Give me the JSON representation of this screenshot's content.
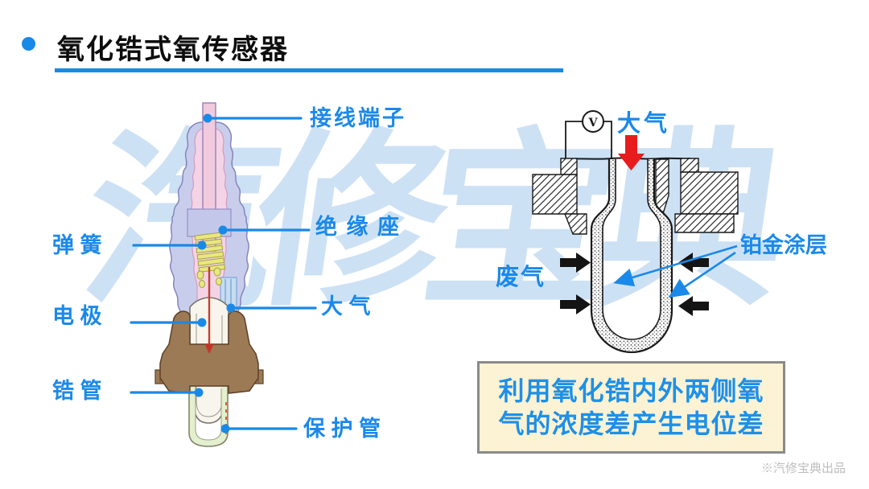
{
  "header": {
    "title": "氧化锆式氧传感器"
  },
  "watermark": {
    "text": "汽修宝典"
  },
  "left_diagram": {
    "labels": {
      "terminal": "接线端子",
      "insulator": "绝 缘 座",
      "spring": "弹 簧",
      "electrode": "电 极",
      "atmosphere": "大 气",
      "zirconia_tube": "锆 管",
      "protection_tube": "保 护 管"
    }
  },
  "right_diagram": {
    "labels": {
      "atmosphere": "大气",
      "exhaust": "废气",
      "platinum_coating": "铂金涂层",
      "voltmeter": "V"
    }
  },
  "note_box": {
    "line1": "利用氧化锆内外两侧氧",
    "line2": "气的浓度差产生电位差"
  },
  "footer": {
    "credit": "※汽修宝典出品"
  },
  "colors": {
    "accent_blue": "#1b89e9",
    "arrow_red": "#e81c1c",
    "note_bg": "#fcf2d4",
    "note_border": "#8a8a8a",
    "watermark_blue": "#cde1f5",
    "sensor_body_lavender": "#c9cdec",
    "sensor_body_pink": "#f4d3e6",
    "spring_yellow": "#e9e87f",
    "hex_nut_brown": "#9c7a56",
    "protection_tube_green": "#e3efce"
  }
}
